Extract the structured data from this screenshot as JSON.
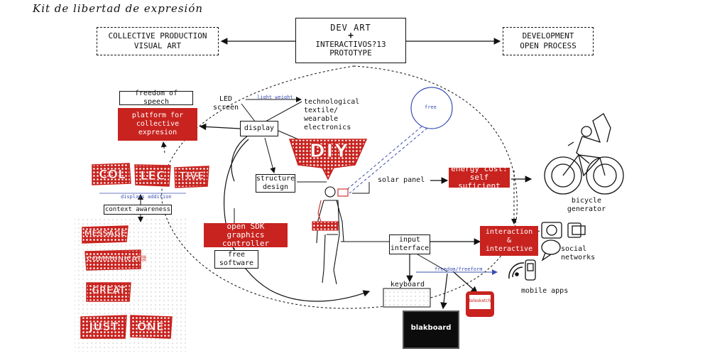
{
  "title": "Kit de libertad de expresión",
  "center": {
    "line1": "DEV ART",
    "plus": "+",
    "line2": "INTERACTIVOS?13",
    "line3": "PROTOTYPE"
  },
  "left_box": "COLLECTIVE PRODUCTION\nVISUAL ART",
  "right_box": "DEVELOPMENT\nOPEN PROCESS",
  "nodes": {
    "freedom_of_speech": "freedom of speech",
    "platform": "platform for\ncollective\nexpresion",
    "display": "display",
    "led_screen": "LED screen",
    "light_weight": "light weight",
    "textile": "technological\ntextile/ wearable\nelectronics",
    "free_circle": "free",
    "diy": "DIY",
    "structure_design": "structure\ndesign",
    "solar_panel": "solar panel",
    "energy_cost": "energy cost:\nself suficient",
    "bicycle_generator": "bicycle generator",
    "context_awareness": "context awareness",
    "displays_addition": "displays addition",
    "open_sdk": "open SDK\ngraphics controller",
    "free_software": "free\nsoftware",
    "input_interface": "input\ninterface",
    "interaction": "interaction\n&\ninteractive",
    "social_networks": "social\nnetworks",
    "mobile_apps": "mobile apps",
    "keyboard": "keyboard",
    "freedom_freeform": "freedom/freeform",
    "blakboard": "blakboard",
    "telesketch": "telesketch"
  },
  "signs": {
    "collective": [
      "COL",
      "LEC",
      "TIVE"
    ],
    "left_column": [
      "MESSAGE",
      "COMMUNICATE",
      "GREAT",
      "JUST",
      "ONE"
    ]
  },
  "colors": {
    "red": "#c8231f",
    "ink": "#111111",
    "blue": "#3a4fb0"
  }
}
